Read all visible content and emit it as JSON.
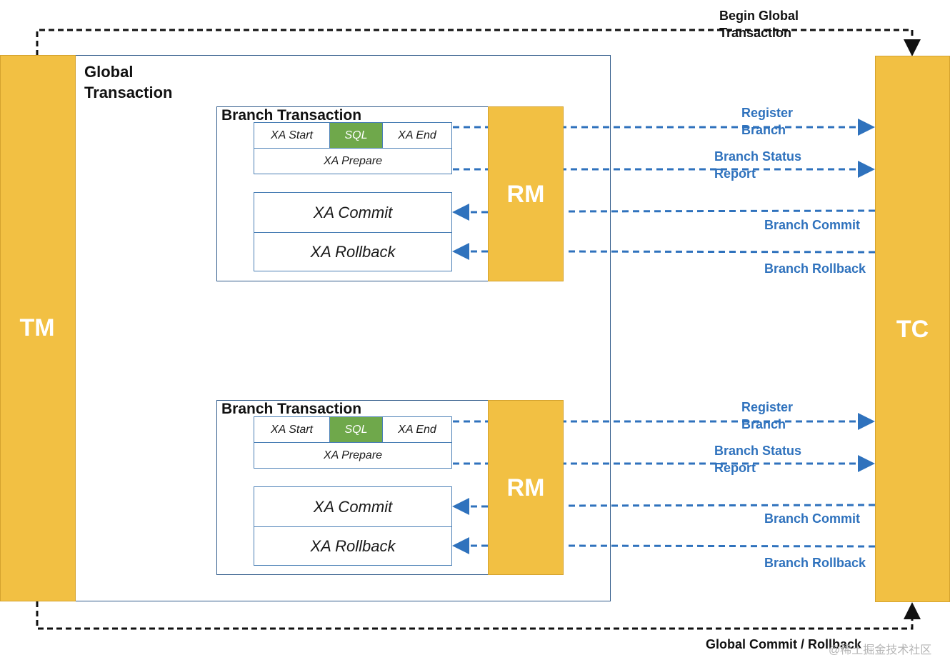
{
  "labels": {
    "tm": "TM",
    "tc": "TC",
    "global_transaction": "Global Transaction",
    "begin_global_transaction": "Begin Global Transaction",
    "global_commit_rollback": "Global Commit / Rollback",
    "watermark": "@稀土掘金技术社区"
  },
  "branches": [
    {
      "title": "Branch Transaction",
      "xa_start": "XA Start",
      "sql": "SQL",
      "xa_end": "XA End",
      "xa_prepare": "XA Prepare",
      "xa_commit": "XA Commit",
      "xa_rollback": "XA Rollback",
      "rm": "RM",
      "register_branch": "Register Branch",
      "branch_status_report": "Branch Status Report",
      "branch_commit": "Branch Commit",
      "branch_rollback": "Branch Rollback"
    },
    {
      "title": "Branch Transaction",
      "xa_start": "XA Start",
      "sql": "SQL",
      "xa_end": "XA End",
      "xa_prepare": "XA Prepare",
      "xa_commit": "XA Commit",
      "xa_rollback": "XA Rollback",
      "rm": "RM",
      "register_branch": "Register Branch",
      "branch_status_report": "Branch Status Report",
      "branch_commit": "Branch Commit",
      "branch_rollback": "Branch Rollback"
    }
  ],
  "colors": {
    "bar": "#f2c043",
    "sql": "#6fa84b",
    "arrow": "#2f72bd",
    "frame": "#2f5a8a"
  }
}
